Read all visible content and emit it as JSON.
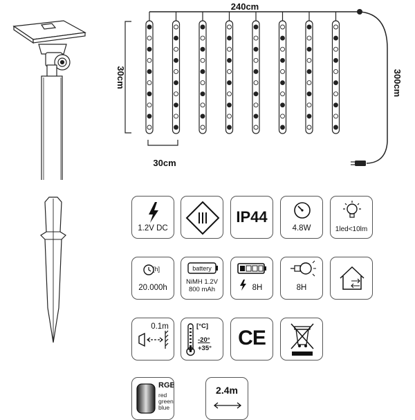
{
  "diagram": {
    "dimensions": {
      "width_label": "240cm",
      "height_label": "30cm",
      "spacing_label": "30cm",
      "cable_label": "300cm",
      "strand_count": 8,
      "leds_per_strand": 10
    }
  },
  "specs": {
    "voltage": "1.2V DC",
    "protection": "IP44",
    "power": "4.8W",
    "lumen": "1led<10lm",
    "hours_badge": "[h]",
    "lifetime": "20.000h",
    "battery_word": "battery",
    "battery_type": "NiMH 1.2V",
    "battery_capacity": "800 mAh",
    "charge_time": "8H",
    "light_time": "8H",
    "distance": "0.1m",
    "temp_unit": "[°C]",
    "temp_min": "-20°",
    "temp_max": "+35°",
    "ce_mark": "CE",
    "rgb_title": "RGB",
    "rgb_red": "red",
    "rgb_green": "green",
    "rgb_blue": "blue",
    "cable_length": "2.4m"
  },
  "icons": [
    "lightning-icon",
    "class-iii-icon",
    "power-gauge-icon",
    "bulb-icon",
    "clock-icon",
    "battery-icon",
    "charging-battery-icon",
    "bulb-timer-icon",
    "indoor-outdoor-house-icon",
    "distance-icon",
    "thermometer-icon",
    "weee-bin-icon",
    "rgb-gradient-icon",
    "cable-length-arrow-icon"
  ],
  "colors": {
    "line": "#222222",
    "tile_border": "#555555"
  }
}
